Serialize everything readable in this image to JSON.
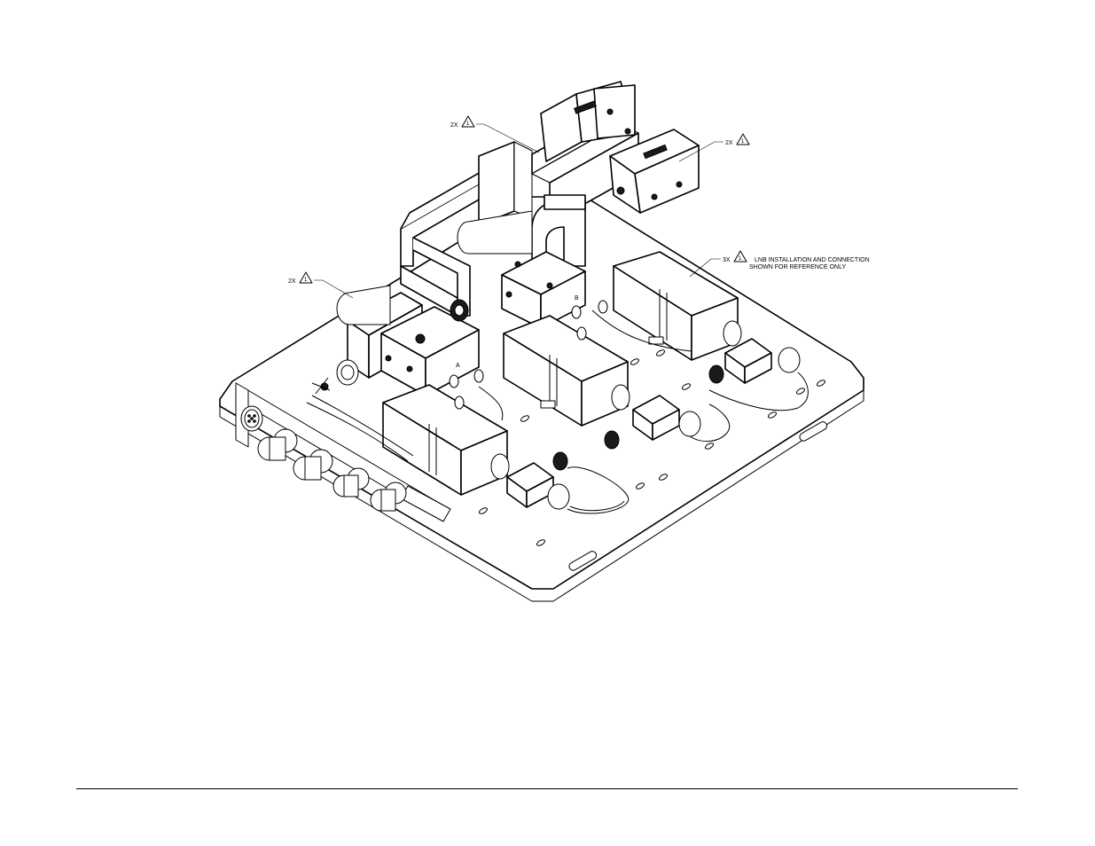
{
  "callouts": [
    {
      "id": "waveguide-left",
      "qty": "2X",
      "note_number": "1",
      "note": ""
    },
    {
      "id": "waveguide-right",
      "qty": "2X",
      "note_number": "1",
      "note": ""
    },
    {
      "id": "lnb",
      "qty": "3X",
      "note_number": "1",
      "note_line1": "LNB INSTALLATION AND CONNECTION",
      "note_line2": "SHOWN FOR REFERENCE ONLY"
    },
    {
      "id": "isolator-left",
      "qty": "2X",
      "note_number": "1",
      "note": ""
    }
  ],
  "part_markings": {
    "port_a": "A",
    "port_b": "B"
  }
}
